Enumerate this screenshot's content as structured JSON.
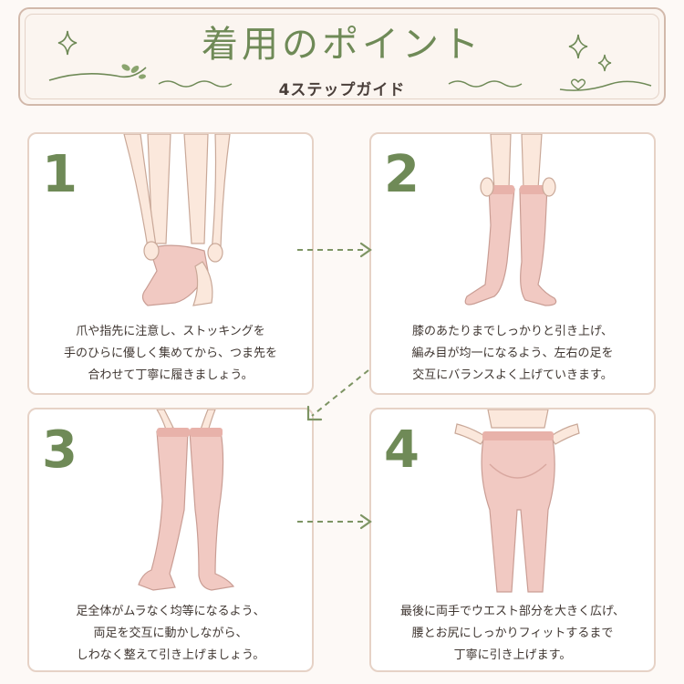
{
  "header": {
    "title": "着用のポイント",
    "subtitle": "4ステップガイド"
  },
  "colors": {
    "accent": "#6f8a57",
    "border": "#e6d2c6",
    "stocking": "#f1c9c2",
    "skin": "#fbe8dc"
  },
  "steps": [
    {
      "number": "1",
      "lines": [
        "爪や指先に注意し、ストッキングを",
        "手のひらに優しく集めてから、つま先を",
        "合わせて丁寧に履きましょう。"
      ]
    },
    {
      "number": "2",
      "lines": [
        "膝のあたりまでしっかりと引き上げ、",
        "編み目が均一になるよう、左右の足を",
        "交互にバランスよく上げていきます。"
      ]
    },
    {
      "number": "3",
      "lines": [
        "足全体がムラなく均等になるよう、",
        "両足を交互に動かしながら、",
        "しわなく整えて引き上げましょう。"
      ]
    },
    {
      "number": "4",
      "lines": [
        "最後に両手でウエスト部分を大きく広げ、",
        "腰とお尻にしっかりフィットするまで",
        "丁寧に引き上げます。"
      ]
    }
  ]
}
